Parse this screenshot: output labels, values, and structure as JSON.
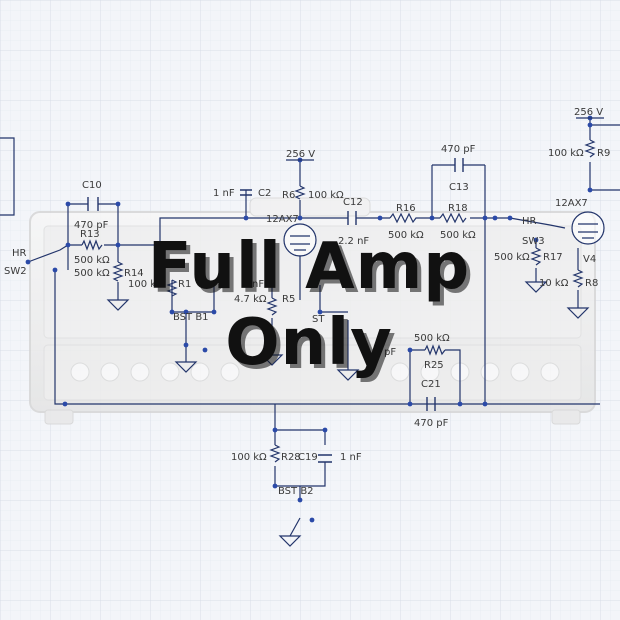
{
  "overlay": {
    "line1": "Full Amp",
    "line2": "Only"
  },
  "supply": {
    "left": "256 V",
    "right": "256 V"
  },
  "tubes": {
    "v_mid": "12AX7",
    "v_right": "12AX7",
    "v4": "V4"
  },
  "switches": {
    "sw2": "SW2",
    "hr_left": "HR",
    "hr_right": "HR",
    "sw3": "SW3",
    "st": "ST",
    "bst_b1": "BST B1",
    "bst_b2": "BST B2"
  },
  "components": {
    "c10": "C10",
    "c10_val": "470 pF",
    "r13": "R13",
    "r13_val": "500 kΩ",
    "r14": "R14",
    "r14_val": "500 kΩ",
    "r1": "R1",
    "r1_val": "100 k",
    "c2": "C2",
    "c2_val": "1 nF",
    "r6": "R6",
    "r6_val": "100 kΩ",
    "r5": "R5",
    "r5_val": "4.7 kΩ",
    "c12": "C12",
    "c12_val": "2.2 nF",
    "r16": "R16",
    "r16_val": "500 kΩ",
    "r18": "R18",
    "r18_val": "500 kΩ",
    "c13": "C13",
    "c13_val": "470 pF",
    "r17": "R17",
    "r17_val": "500 kΩ",
    "r8": "R8",
    "r8_val": "10 kΩ",
    "r9": "R9",
    "r9_val": "100 kΩ",
    "r25": "R25",
    "r25_val": "500 kΩ",
    "c21": "C21",
    "c21_val": "470 pF",
    "r28": "R28",
    "r28_val": "100 kΩ",
    "c19": "C19",
    "c19_val": "1 nF",
    "misc_nf": "nF",
    "misc_pf": "pF",
    "misc_4": "4"
  }
}
